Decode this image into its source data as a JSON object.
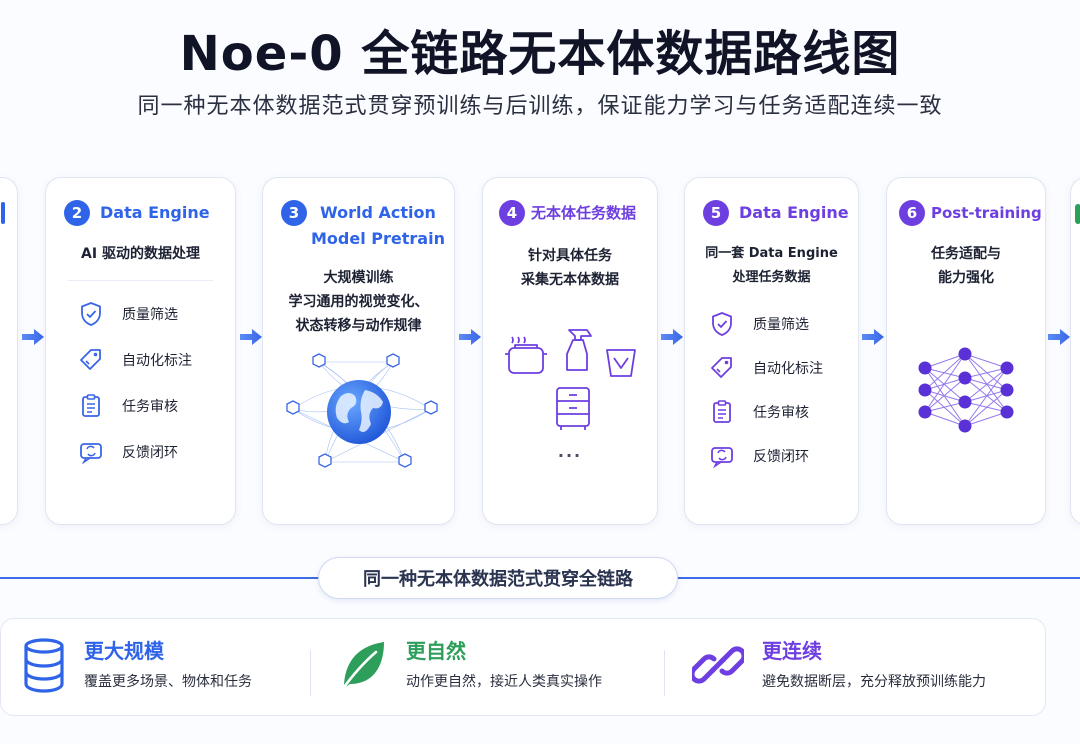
{
  "header": {
    "title": "Noe-0 全链路无本体数据路线图",
    "subtitle": "同一种无本体数据范式贯穿预训练与后训练，保证能力学习与任务适配连续一致"
  },
  "stages": [
    {
      "number": "2",
      "title": "Data Engine",
      "description": "AI 驱动的数据处理",
      "features": [
        "质量筛选",
        "自动化标注",
        "任务审核",
        "反馈闭环"
      ]
    },
    {
      "number": "3",
      "title_lines": [
        "World Action",
        "Model Pretrain"
      ],
      "description_lines": [
        "大规模训练",
        "学习通用的视觉变化、",
        "状态转移与动作规律"
      ]
    },
    {
      "number": "4",
      "title": "无本体任务数据",
      "description_lines": [
        "针对具体任务",
        "采集无本体数据"
      ],
      "more": "···"
    },
    {
      "number": "5",
      "title": "Data Engine",
      "description_lines": [
        "同一套 Data Engine",
        "处理任务数据"
      ],
      "features": [
        "质量筛选",
        "自动化标注",
        "任务审核",
        "反馈闭环"
      ]
    },
    {
      "number": "6",
      "title": "Post-training",
      "description_lines": [
        "任务适配与",
        "能力强化"
      ]
    }
  ],
  "pipeline_label": "同一种无本体数据范式贯穿全链路",
  "benefits": [
    {
      "icon": "database-icon",
      "title": "更大规模",
      "description": "覆盖更多场景、物体和任务",
      "color": "#2f64e8"
    },
    {
      "icon": "leaf-icon",
      "title": "更自然",
      "description": "动作更自然，接近人类真实操作",
      "color": "#2e9e5b"
    },
    {
      "icon": "chain-link-icon",
      "title": "更连续",
      "description": "避免数据断层，充分释放预训练能力",
      "color": "#6e3fe0"
    }
  ],
  "colors": {
    "blue": "#2f64e8",
    "purple": "#6e3fe0",
    "green": "#2e9e5b",
    "line": "#3b6be6"
  }
}
